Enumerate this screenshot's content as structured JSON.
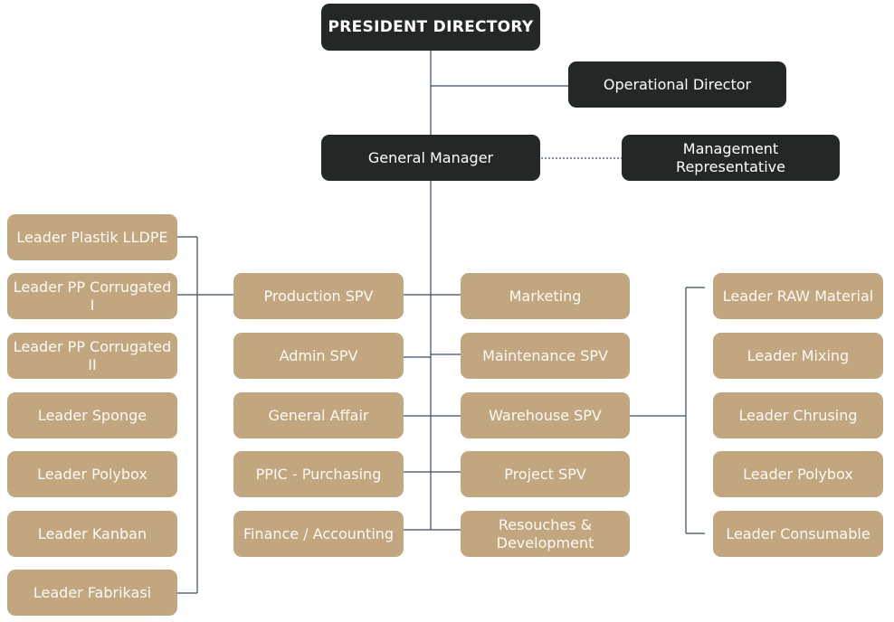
{
  "org": {
    "president": "PRESIDENT DIRECTORY",
    "operational_director": "Operational Director",
    "general_manager": "General Manager",
    "management_rep_line1": "Management",
    "management_rep_line2": "Representative",
    "left_leaders": [
      "Leader Plastik LLDPE",
      "Leader PP Corrugated I",
      "Leader PP Corrugated II",
      "Leader Sponge",
      "Leader Polybox",
      "Leader Kanban",
      "Leader Fabrikasi"
    ],
    "center_left": [
      "Production SPV",
      "Admin SPV",
      "General Affair",
      "PPIC - Purchasing",
      "Finance / Accounting"
    ],
    "center_right": [
      "Marketing",
      "Maintenance SPV",
      "Warehouse SPV",
      "Project SPV"
    ],
    "resources_line1": "Resouches &",
    "resources_line2": "Development",
    "right_leaders": [
      "Leader RAW Material",
      "Leader Mixing",
      "Leader Chrusing",
      "Leader Polybox",
      "Leader Consumable"
    ]
  },
  "colors": {
    "dark_box": "#232826",
    "tan_box": "#c1a67f",
    "line": "#3a4a6b"
  }
}
